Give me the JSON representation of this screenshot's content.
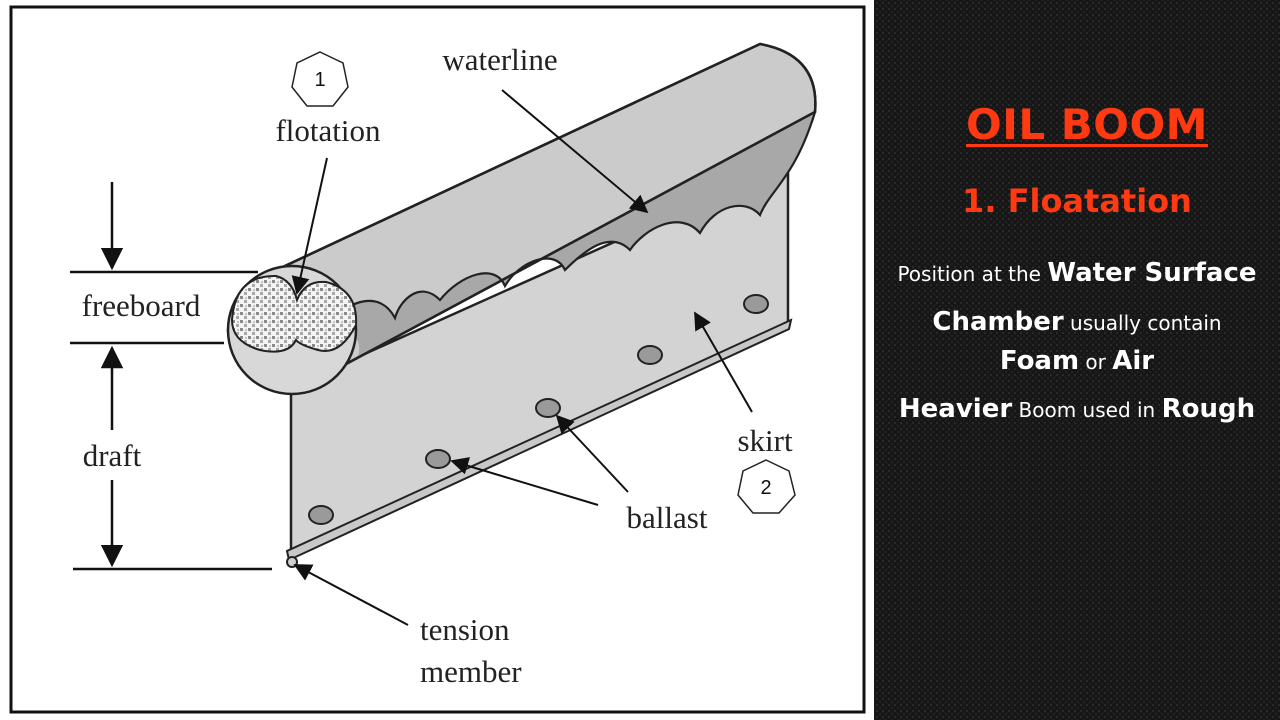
{
  "diagram": {
    "labels": {
      "waterline": "waterline",
      "flotation": "flotation",
      "freeboard": "freeboard",
      "draft": "draft",
      "skirt": "skirt",
      "ballast": "ballast",
      "tension_line1": "tension",
      "tension_line2": "member"
    },
    "badges": {
      "flotation": "1",
      "skirt": "2"
    }
  },
  "info": {
    "title": "OIL BOOM",
    "subtitle": "1. Floatation",
    "line1": {
      "pre": "Position at the ",
      "strong": "Water Surface"
    },
    "line2": {
      "strong": "Chamber",
      "post": " usually contain"
    },
    "line3": {
      "strong1": "Foam",
      "mid": " or ",
      "strong2": "Air"
    },
    "line4": {
      "strong1": "Heavier",
      "mid": " Boom used in ",
      "strong2": "Rough"
    }
  }
}
